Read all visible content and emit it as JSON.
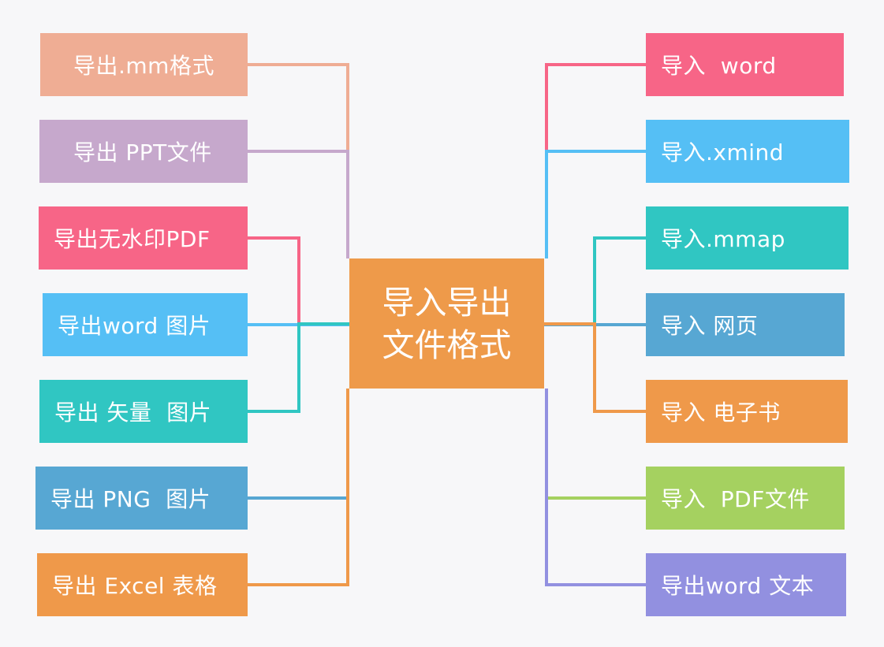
{
  "central": {
    "line1": "导入导出",
    "line2": "文件格式",
    "color": "#ee9a4a"
  },
  "left_nodes": [
    {
      "label": "导出.mm格式",
      "color": "#efad94"
    },
    {
      "label": "导出 PPT文件",
      "color": "#c6a8cc"
    },
    {
      "label": "导出无水印PDF",
      "color": "#f76587"
    },
    {
      "label": "导出word 图片",
      "color": "#55bff5"
    },
    {
      "label": "导出 矢量  图片",
      "color": "#30c6c2"
    },
    {
      "label": "导出 PNG  图片",
      "color": "#57a7d3"
    },
    {
      "label": "导出 Excel 表格",
      "color": "#ef994a"
    }
  ],
  "right_nodes": [
    {
      "label": "导入  word",
      "color": "#f76587"
    },
    {
      "label": "导入.xmind",
      "color": "#55bff5"
    },
    {
      "label": "导入.mmap",
      "color": "#30c6c2"
    },
    {
      "label": "导入 网页",
      "color": "#57a7d3"
    },
    {
      "label": "导入 电子书",
      "color": "#ef994a"
    },
    {
      "label": "导入  PDF文件",
      "color": "#a5d160"
    },
    {
      "label": "导出word 文本",
      "color": "#9290e0"
    }
  ]
}
